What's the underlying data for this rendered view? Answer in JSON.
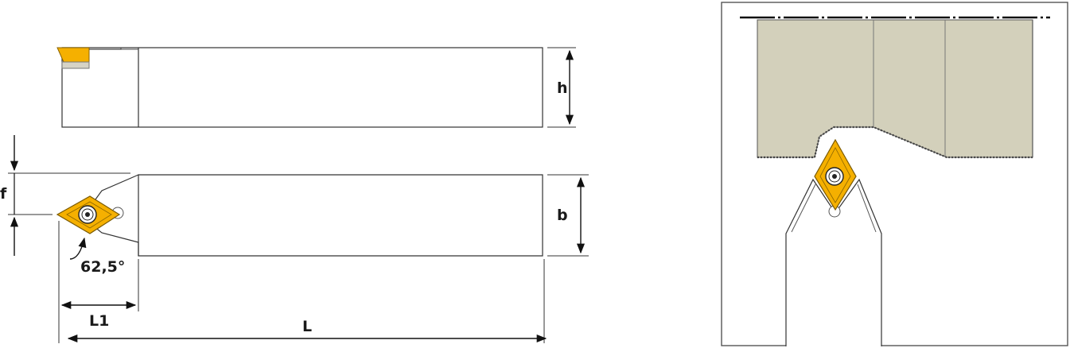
{
  "labels": {
    "h": "h",
    "f": "f",
    "b": "b",
    "angle": "62,5°",
    "L1": "L1",
    "L": "L"
  },
  "colors": {
    "insert": "#f5b000",
    "insert_outline": "#8a6400",
    "workpiece": "#d3d0bb",
    "line": "#333333",
    "frame": "#555555"
  }
}
